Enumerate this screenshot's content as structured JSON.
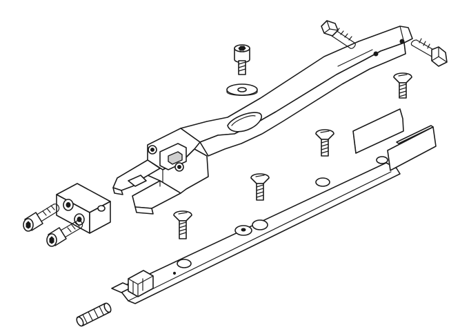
{
  "figure": {
    "kind": "exploded-view line drawing",
    "background": "#ffffff",
    "ink": "#1a1a1a",
    "parts": [
      "socket-head-cap-screw",
      "washer",
      "hex-bolt",
      "lever-arm",
      "flat-head-screw",
      "clamp-block",
      "base-rail",
      "set-screw"
    ]
  }
}
